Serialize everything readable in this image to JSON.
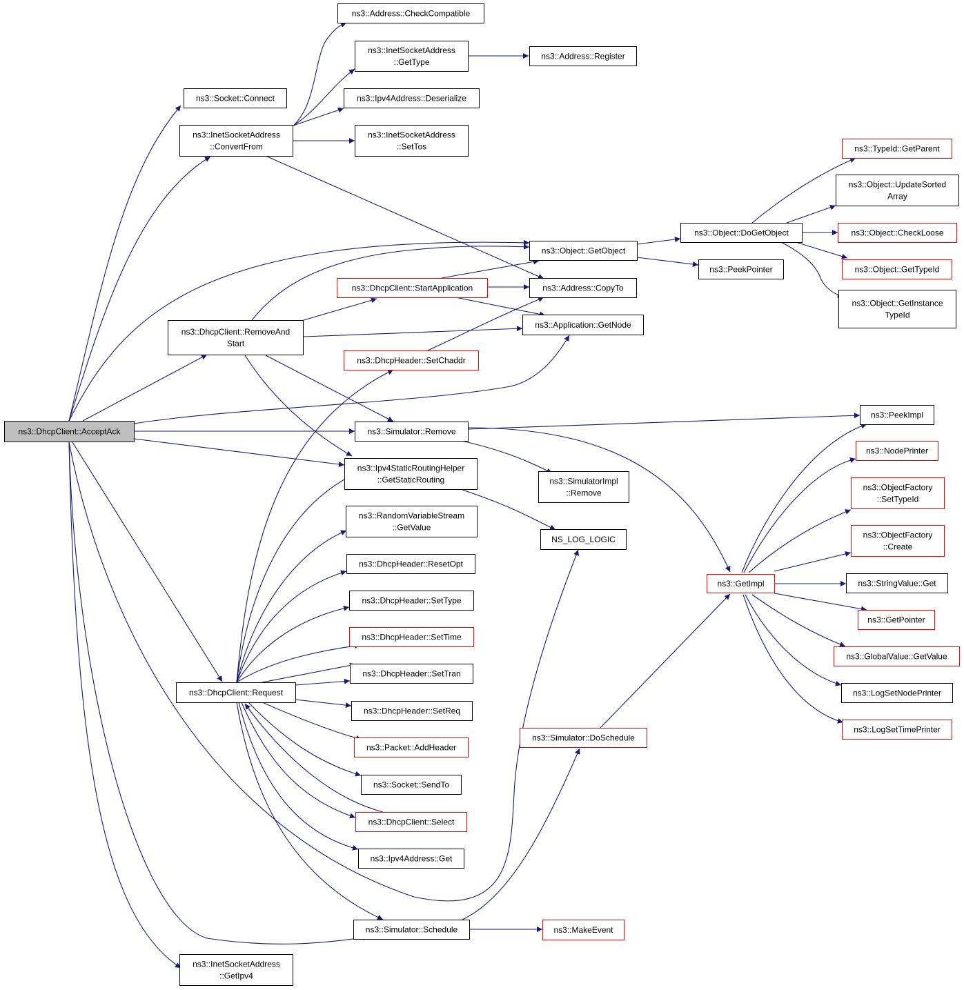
{
  "nodes": {
    "acceptack": [
      "ns3::DhcpClient::AcceptAck"
    ],
    "check_compat": [
      "ns3::Address::CheckCompatible"
    ],
    "inet_gettype": [
      "ns3::InetSocketAddress",
      "::GetType"
    ],
    "addr_register": [
      "ns3::Address::Register"
    ],
    "socket_connect": [
      "ns3::Socket::Connect"
    ],
    "ipv4_deser": [
      "ns3::Ipv4Address::Deserialize"
    ],
    "inet_convert": [
      "ns3::InetSocketAddress",
      "::ConvertFrom"
    ],
    "inet_settos": [
      "ns3::InetSocketAddress",
      "::SetTos"
    ],
    "typeid_getparent": [
      "ns3::TypeId::GetParent"
    ],
    "obj_update": [
      "ns3::Object::UpdateSorted",
      "Array"
    ],
    "obj_dogetobject": [
      "ns3::Object::DoGetObject"
    ],
    "obj_checkloose": [
      "ns3::Object::CheckLoose"
    ],
    "obj_getobject": [
      "ns3::Object::GetObject"
    ],
    "peekpointer": [
      "ns3::PeekPointer"
    ],
    "obj_gettypeid": [
      "ns3::Object::GetTypeId"
    ],
    "dhcp_startapp": [
      "ns3::DhcpClient::StartApplication"
    ],
    "addr_copyto": [
      "ns3::Address::CopyTo"
    ],
    "obj_getinst": [
      "ns3::Object::GetInstance",
      "TypeId"
    ],
    "dhcp_removestart": [
      "ns3::DhcpClient::RemoveAnd",
      "Start"
    ],
    "app_getnode": [
      "ns3::Application::GetNode"
    ],
    "dhcphdr_setchaddr": [
      "ns3::DhcpHeader::SetChaddr"
    ],
    "peekimpl": [
      "ns3::PeekImpl"
    ],
    "sim_remove": [
      "ns3::Simulator::Remove"
    ],
    "nodeprinter": [
      "ns3::NodePrinter"
    ],
    "ipv4_staticrouting": [
      "ns3::Ipv4StaticRoutingHelper",
      "::GetStaticRouting"
    ],
    "simimpl_remove": [
      "ns3::SimulatorImpl",
      "::Remove"
    ],
    "objfac_settypeid": [
      "ns3::ObjectFactory",
      "::SetTypeId"
    ],
    "rvs_getvalue": [
      "ns3::RandomVariableStream",
      "::GetValue"
    ],
    "ns_log_logic": [
      "NS_LOG_LOGIC"
    ],
    "objfac_create": [
      "ns3::ObjectFactory",
      "::Create"
    ],
    "dhcphdr_resetopt": [
      "ns3::DhcpHeader::ResetOpt"
    ],
    "getimpl": [
      "ns3::GetImpl"
    ],
    "stringvalue_get": [
      "ns3::StringValue::Get"
    ],
    "dhcphdr_settype": [
      "ns3::DhcpHeader::SetType"
    ],
    "getpointer": [
      "ns3::GetPointer"
    ],
    "dhcphdr_settime": [
      "ns3::DhcpHeader::SetTime"
    ],
    "globalvalue_getvalue": [
      "ns3::GlobalValue::GetValue"
    ],
    "dhcphdr_settran": [
      "ns3::DhcpHeader::SetTran"
    ],
    "dhcp_request": [
      "ns3::DhcpClient::Request"
    ],
    "logsetnodeprinter": [
      "ns3::LogSetNodePrinter"
    ],
    "dhcphdr_setreq": [
      "ns3::DhcpHeader::SetReq"
    ],
    "logsettimeprinter": [
      "ns3::LogSetTimePrinter"
    ],
    "sim_doschedule": [
      "ns3::Simulator::DoSchedule"
    ],
    "packet_addheader": [
      "ns3::Packet::AddHeader"
    ],
    "socket_sendto": [
      "ns3::Socket::SendTo"
    ],
    "dhcp_select": [
      "ns3::DhcpClient::Select"
    ],
    "ipv4_get": [
      "ns3::Ipv4Address::Get"
    ],
    "sim_schedule": [
      "ns3::Simulator::Schedule"
    ],
    "makeevent": [
      "ns3::MakeEvent"
    ],
    "inet_getipv4": [
      "ns3::InetSocketAddress",
      "::GetIpv4"
    ]
  },
  "colors": {
    "edge": "#191970",
    "node_border": "#000000",
    "node_border_incomplete": "#ff0000",
    "root_fill": "#bfbfbf"
  }
}
